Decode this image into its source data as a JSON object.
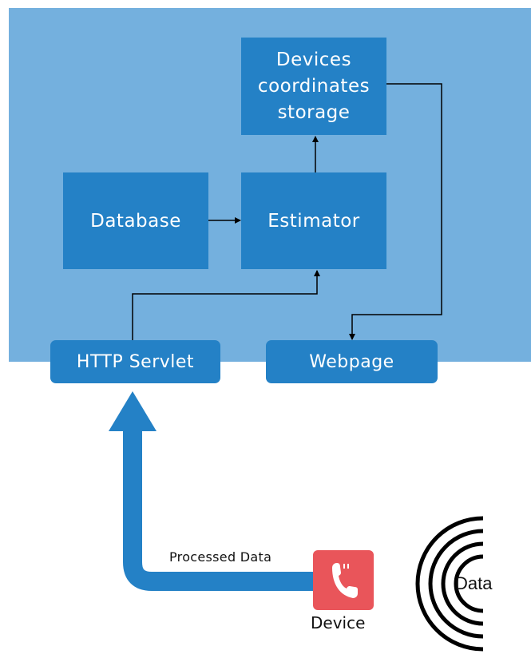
{
  "diagram": {
    "nodes": {
      "storage": {
        "lines": [
          "Devices",
          "coordinates",
          "storage"
        ]
      },
      "database": {
        "label": "Database"
      },
      "estimator": {
        "label": "Estimator"
      },
      "servlet": {
        "label": "HTTP Servlet"
      },
      "webpage": {
        "label": "Webpage"
      }
    },
    "edges": [
      {
        "from": "Database",
        "to": "Estimator"
      },
      {
        "from": "Estimator",
        "to": "Devices coordinates storage"
      },
      {
        "from": "HTTP Servlet",
        "to": "Estimator"
      },
      {
        "from": "Devices coordinates storage",
        "to": "Webpage"
      },
      {
        "from": "Device",
        "to": "HTTP Servlet",
        "label": "Processed Data"
      }
    ],
    "device_label": "Device",
    "flow_label": "Processed Data",
    "signal_label": "Data",
    "colors": {
      "panel": "#74b0de",
      "box": "#2481c6",
      "device_tile": "#e9555a",
      "arrow": "#2481c6"
    },
    "icons": [
      "phone-icon",
      "signal-waves-icon"
    ]
  }
}
